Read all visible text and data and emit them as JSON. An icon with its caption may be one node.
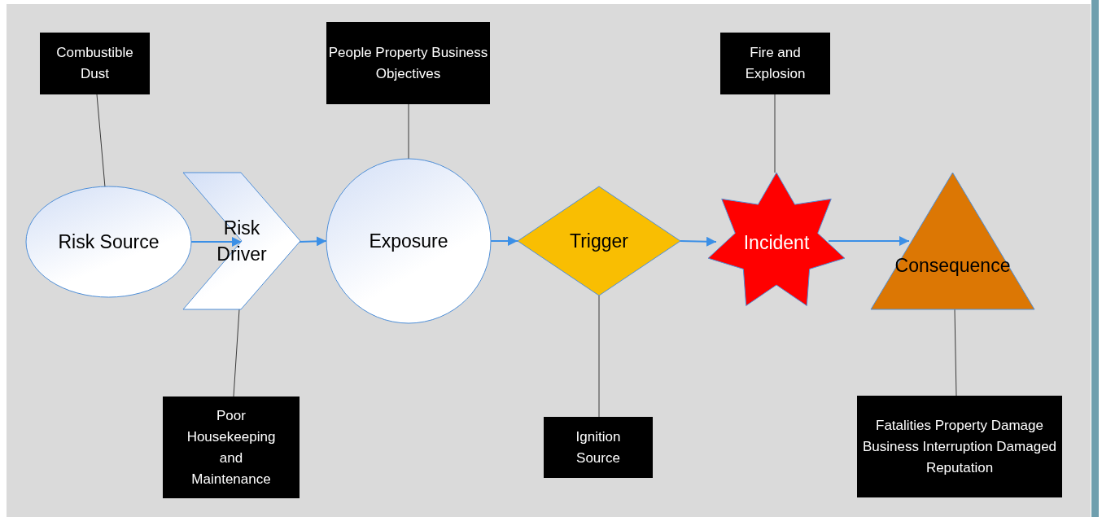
{
  "diagram": {
    "nodes": [
      {
        "text": [
          "Combustible Dust"
        ]
      },
      {
        "text": [
          "People Property Business Objectives"
        ]
      },
      {
        "text": [
          "Fire and Explosion"
        ]
      },
      {
        "text": [
          "Risk Source"
        ]
      },
      {
        "text": [
          "Risk Driver"
        ]
      },
      {
        "text": [
          "Exposure"
        ]
      },
      {
        "text": [
          "Trigger"
        ]
      },
      {
        "text": [
          "Incident"
        ]
      },
      {
        "text": [
          "Consequence"
        ]
      },
      {
        "text": [
          "Poor Housekeeping and Maintenance"
        ]
      },
      {
        "text": [
          "Ignition Source"
        ]
      },
      {
        "text": [
          "Fatalities Property Damage Business Interruption Damaged Reputation"
        ]
      }
    ],
    "edges": [
      {
        "from": 3,
        "to": 4,
        "arrow": "to",
        "color": "#3b8fe6"
      },
      {
        "from": 4,
        "to": 5,
        "arrow": "to",
        "color": "#3b8fe6"
      },
      {
        "from": 5,
        "to": 6,
        "arrow": "to",
        "color": "#3b8fe6"
      },
      {
        "from": 6,
        "to": 7,
        "arrow": "to",
        "color": "#3b8fe6"
      },
      {
        "from": 7,
        "to": 8,
        "arrow": "to",
        "color": "#3b8fe6"
      },
      {
        "from": 0,
        "to": 3,
        "arrow": "none"
      },
      {
        "from": 1,
        "to": 5,
        "arrow": "none"
      },
      {
        "from": 2,
        "to": 7,
        "arrow": "none"
      },
      {
        "from": 9,
        "to": 4,
        "arrow": "none"
      },
      {
        "from": 10,
        "to": 6,
        "arrow": "none"
      },
      {
        "from": 11,
        "to": 8,
        "arrow": "none"
      }
    ]
  }
}
